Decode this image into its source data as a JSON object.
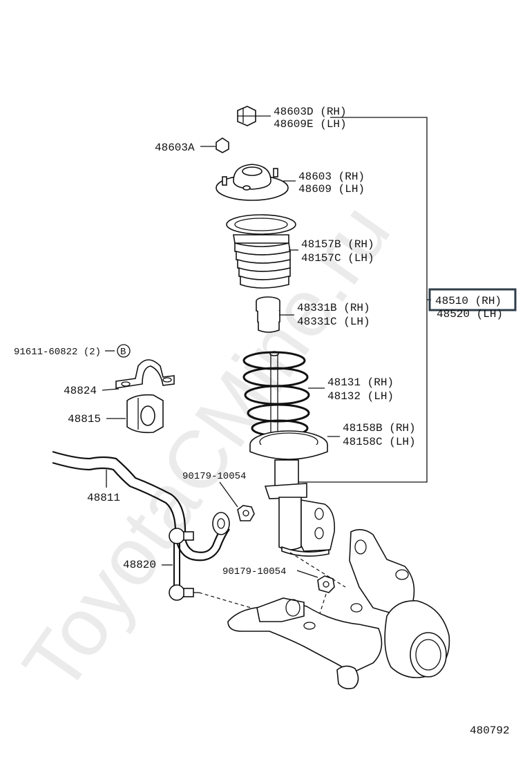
{
  "watermark": "ToyotaCMine.ru",
  "diagram_code": "480792",
  "labels": {
    "p48603D": "48603D (RH)",
    "p48609E": "48609E (LH)",
    "p48603A": "48603A",
    "p48603": "48603 (RH)",
    "p48609": "48609 (LH)",
    "p48157B": "48157B (RH)",
    "p48157C": "48157C (LH)",
    "p48510": "48510 (RH)",
    "p48520": "48520 (LH)",
    "p48331B": "48331B (RH)",
    "p48331C": "48331C (LH)",
    "p91611": "91611-60822 (2)",
    "callout_b": "B",
    "p48824": "48824",
    "p48131": "48131 (RH)",
    "p48132": "48132 (LH)",
    "p48815": "48815",
    "p48158B": "48158B (RH)",
    "p48158C": "48158C (LH)",
    "p90179a": "90179-10054",
    "p48811": "48811",
    "p48820": "48820",
    "p90179b": "90179-10054"
  },
  "highlighted_part": "48510 (RH)"
}
